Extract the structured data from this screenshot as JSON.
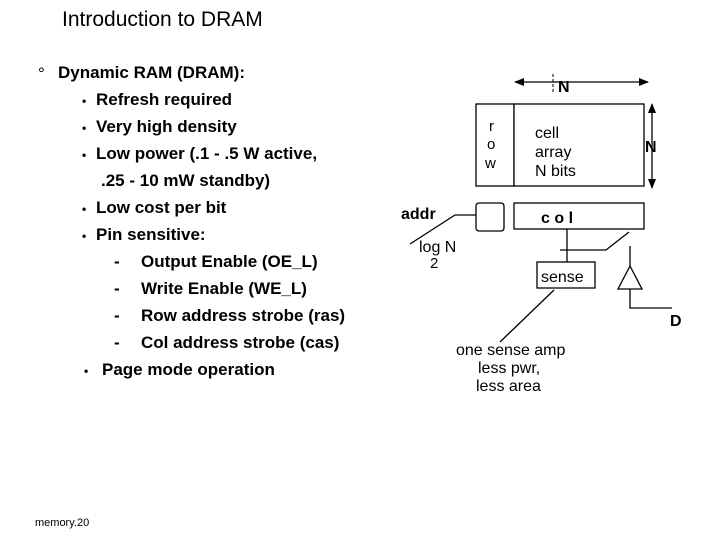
{
  "title": "Introduction to DRAM",
  "outline": {
    "main_marker": "°",
    "main": "Dynamic RAM (DRAM):",
    "bullet_marker": "•",
    "dash_marker": "-",
    "bullets": [
      "Refresh required",
      "Very high density",
      "Low power (.1 - .5 W active,",
      ".25 - 10 mW standby)",
      "Low cost per bit",
      "Pin sensitive:",
      "Page mode operation"
    ],
    "sub_items": [
      "Output Enable (OE_L)",
      "Write Enable (WE_L)",
      "Row address strobe (ras)",
      "Col address strobe (cas)"
    ]
  },
  "diagram": {
    "n_top": "N",
    "n_right": "N",
    "row_decoder_letters": [
      "r",
      "o",
      "w"
    ],
    "cell_array_lines": [
      "cell",
      "array",
      "N bits"
    ],
    "addr_label": "addr",
    "log_label_top": "log N",
    "log_label_bottom": "2",
    "col_label": "c o l",
    "sense_label": "sense",
    "d_label": "D",
    "note_lines": [
      "one sense amp",
      "less pwr,",
      "less area"
    ]
  },
  "footer": "memory.20"
}
